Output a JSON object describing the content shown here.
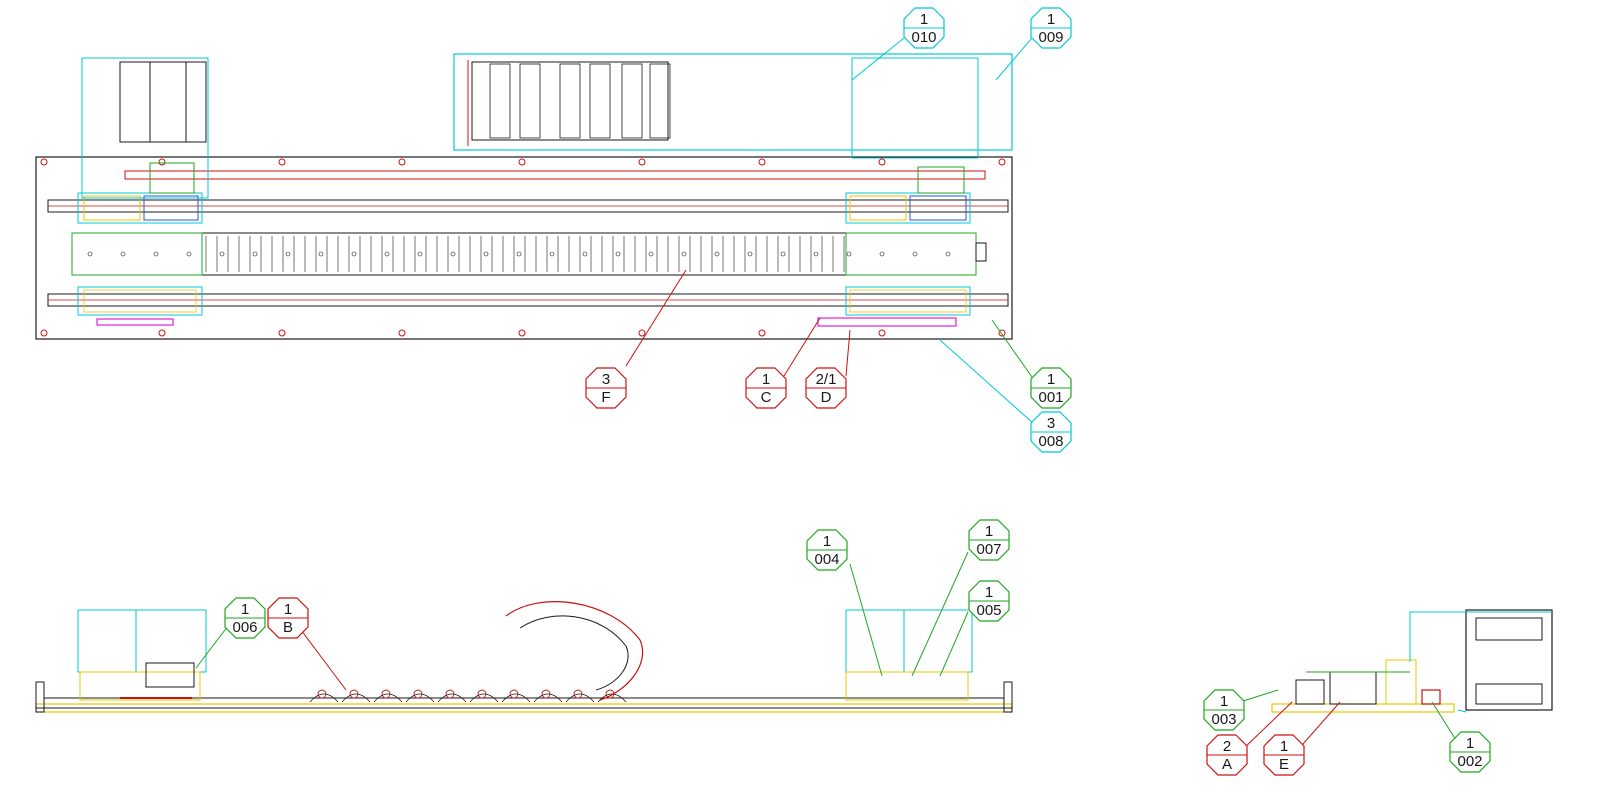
{
  "drawing": {
    "colors": {
      "background": "#ffffff",
      "frame": "#1a1a1a",
      "part_red": "#cc1111",
      "part_cyan": "#00c8d6",
      "part_green": "#1ea81e",
      "part_yellow": "#e8c800",
      "part_magenta": "#e020e0",
      "part_blue": "#1e5bd6"
    },
    "balloons": [
      {
        "id": "b-010",
        "top": "1",
        "bottom": "010",
        "color": "cyan"
      },
      {
        "id": "b-009",
        "top": "1",
        "bottom": "009",
        "color": "cyan"
      },
      {
        "id": "b-3f",
        "top": "3",
        "bottom": "F",
        "color": "red"
      },
      {
        "id": "b-1c",
        "top": "1",
        "bottom": "C",
        "color": "red"
      },
      {
        "id": "b-21d",
        "top": "2/1",
        "bottom": "D",
        "color": "red"
      },
      {
        "id": "b-001",
        "top": "1",
        "bottom": "001",
        "color": "green"
      },
      {
        "id": "b-008",
        "top": "3",
        "bottom": "008",
        "color": "cyan"
      },
      {
        "id": "b-004",
        "top": "1",
        "bottom": "004",
        "color": "green"
      },
      {
        "id": "b-007",
        "top": "1",
        "bottom": "007",
        "color": "green"
      },
      {
        "id": "b-005",
        "top": "1",
        "bottom": "005",
        "color": "green"
      },
      {
        "id": "b-006",
        "top": "1",
        "bottom": "006",
        "color": "green"
      },
      {
        "id": "b-1b",
        "top": "1",
        "bottom": "B",
        "color": "red"
      },
      {
        "id": "b-003",
        "top": "1",
        "bottom": "003",
        "color": "green"
      },
      {
        "id": "b-2a",
        "top": "2",
        "bottom": "A",
        "color": "red"
      },
      {
        "id": "b-1e",
        "top": "1",
        "bottom": "E",
        "color": "red"
      },
      {
        "id": "b-002",
        "top": "1",
        "bottom": "002",
        "color": "green"
      }
    ]
  }
}
